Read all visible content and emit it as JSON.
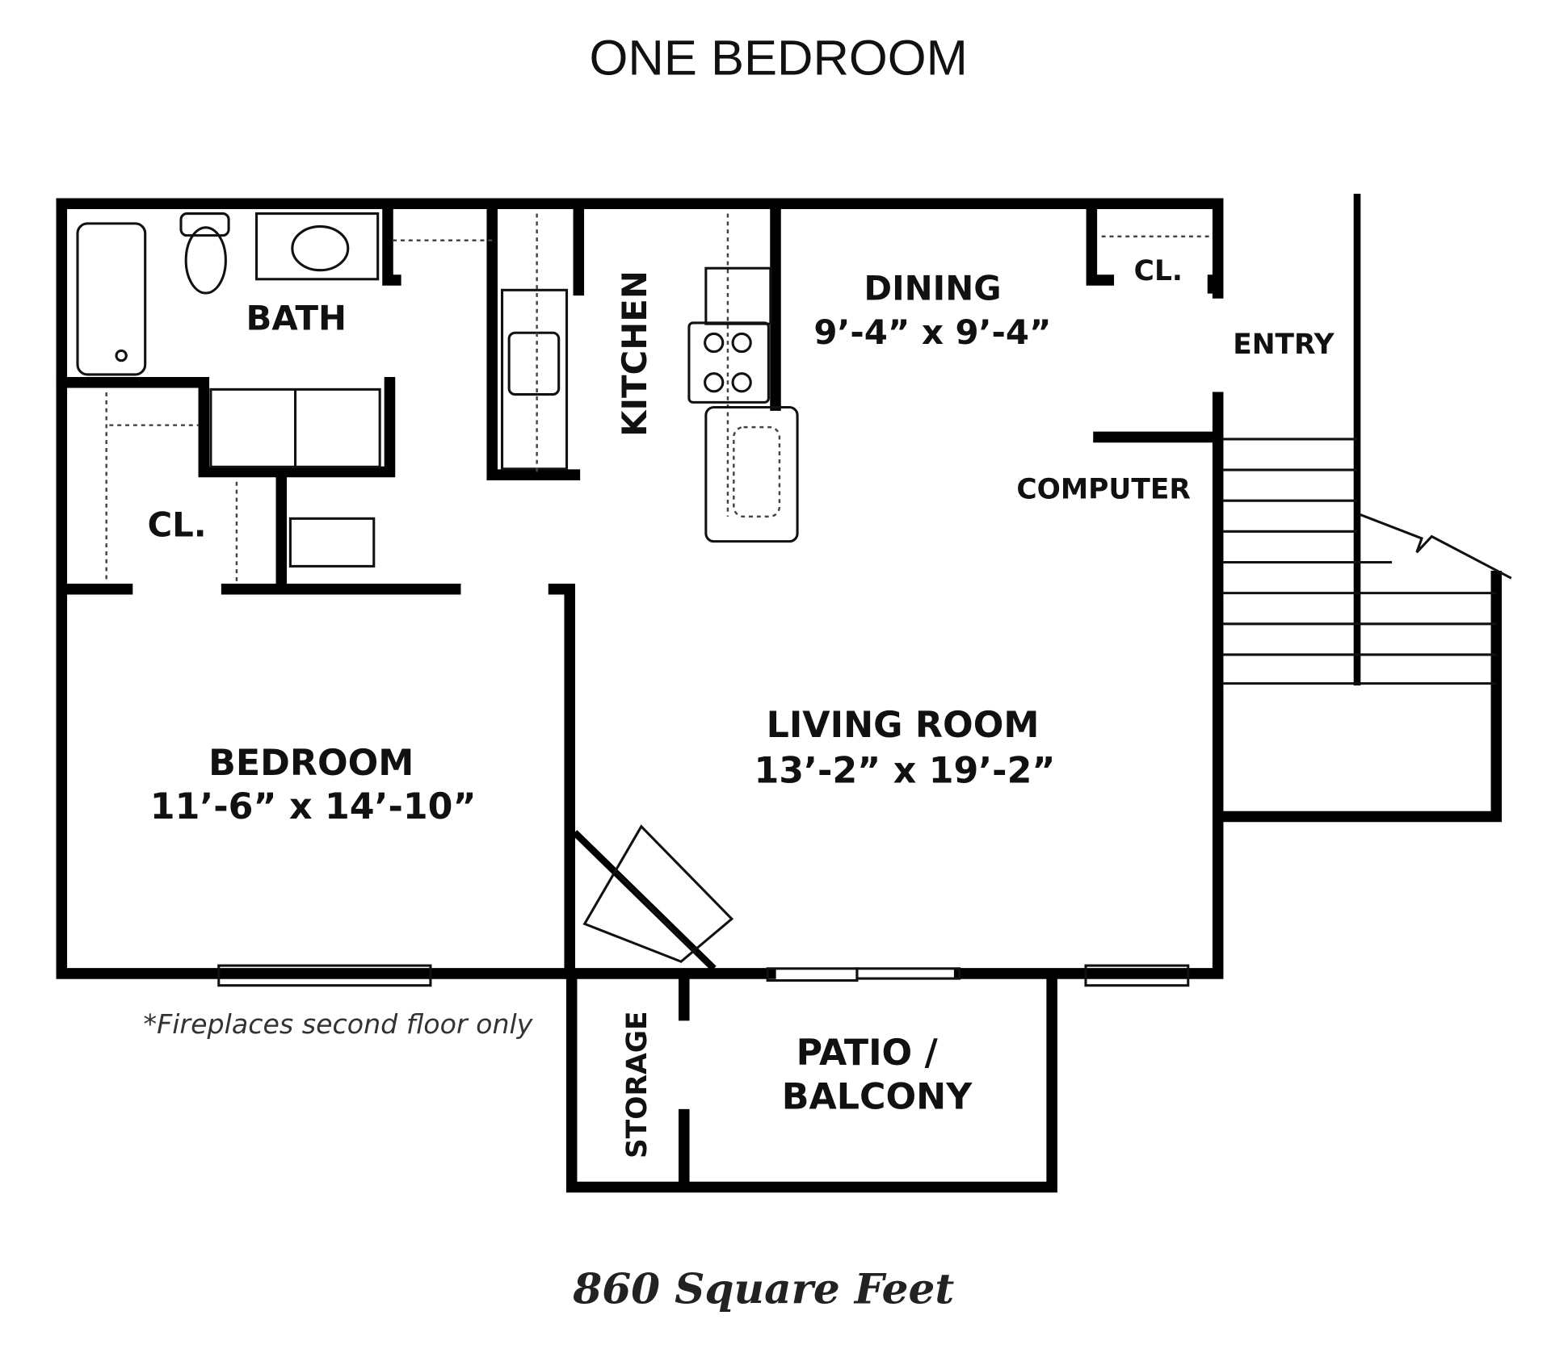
{
  "title": "ONE BEDROOM",
  "rooms": {
    "bath": "BATH",
    "kitchen": "KITCHEN",
    "dining": "DINING",
    "dining_size": "9’-4” x 9’-4”",
    "closet_dining": "CL.",
    "closet_bed": "CL.",
    "entry": "ENTRY",
    "computer": "COMPUTER",
    "living": "LIVING ROOM",
    "living_size": "13’-2” x 19’-2”",
    "bedroom": "BEDROOM",
    "bedroom_size": "11’-6” x 14’-10”",
    "storage": "STORAGE",
    "patio_1": "PATIO /",
    "patio_2": "BALCONY"
  },
  "note": "*Fireplaces second floor only",
  "square_feet": "860 Square Feet"
}
